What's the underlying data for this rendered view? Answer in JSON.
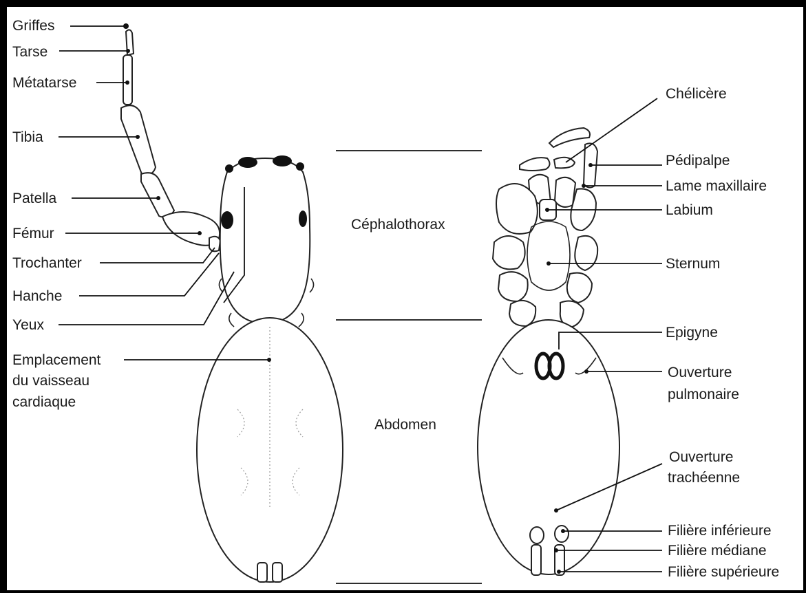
{
  "dorsal_labels": {
    "griffes": "Griffes",
    "tarse": "Tarse",
    "metatarse": "Métatarse",
    "tibia": "Tibia",
    "patella": "Patella",
    "femur": "Fémur",
    "trochanter": "Trochanter",
    "hanche": "Hanche",
    "yeux": "Yeux",
    "emplacement_line1": "Emplacement",
    "emplacement_line2": "du vaisseau",
    "emplacement_line3": "cardiaque"
  },
  "sections": {
    "cephalothorax": "Céphalothorax",
    "abdomen": "Abdomen"
  },
  "ventral_labels": {
    "chelicere": "Chélicère",
    "pedipalpe": "Pédipalpe",
    "lame_maxillaire": "Lame maxillaire",
    "labium": "Labium",
    "sternum": "Sternum",
    "epigyne": "Epigyne",
    "ouverture_pulmonaire_line1": "Ouverture",
    "ouverture_pulmonaire_line2": "pulmonaire",
    "ouverture_tracheenne_line1": "Ouverture",
    "ouverture_tracheenne_line2": "trachéenne",
    "filiere_inferieure": "Filière inférieure",
    "filiere_mediane": "Filière médiane",
    "filiere_superieure": "Filière supérieure"
  }
}
